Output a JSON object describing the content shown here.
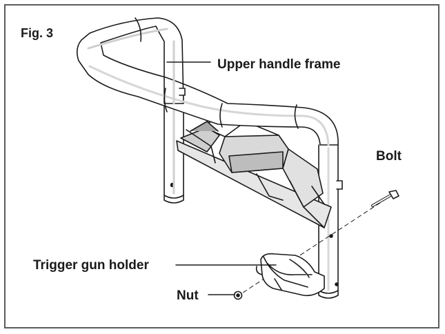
{
  "figure_label": "Fig. 3",
  "labels": {
    "upper_handle_frame": "Upper handle frame",
    "bolt": "Bolt",
    "trigger_gun_holder": "Trigger gun holder",
    "nut": "Nut"
  },
  "colors": {
    "line": "#1a1a1a",
    "shade_light": "#e6e6e6",
    "shade_mid": "#cfcfcf",
    "shade_dark": "#a8a8a8",
    "border": "#5a5a5a"
  }
}
